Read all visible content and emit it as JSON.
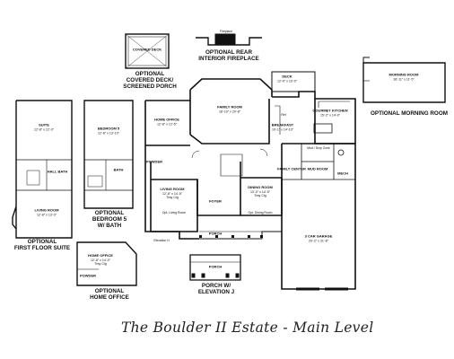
{
  "title": "The Boulder II Estate - Main Level",
  "rooms": {
    "covered_deck": {
      "name": "COVERED DECK"
    },
    "family_room": {
      "name": "FAMILY ROOM",
      "dims": "18'-10\" x 20'-8\""
    },
    "home_office": {
      "name": "HOME OFFICE",
      "dims": "12'-8\" x 12'-5\""
    },
    "deck": {
      "name": "DECK",
      "dims": "12'-0\" x 10'-0\""
    },
    "gourmet_kitchen": {
      "name": "GOURMET KITCHEN",
      "dims": "15'-2\" x 14'-0\""
    },
    "breakfast": {
      "name": "BREAKFAST",
      "dims": "10'-1\" x 14'-10\""
    },
    "morning_room": {
      "name": "MORNING ROOM",
      "dims": "18'-11\" x 11'-5\""
    },
    "suite": {
      "name": "SUITE",
      "dims": "12'-8\" x 12'-3\""
    },
    "hall_bath": {
      "name": "HALL BATH"
    },
    "living_room_suite": {
      "name": "LIVING ROOM",
      "dims": "12'-8\" x 13'-3\""
    },
    "bedroom5": {
      "name": "BEDROOM 5",
      "dims": "12'-8\" x 13'-10\""
    },
    "bath_bed5": {
      "name": "BATH"
    },
    "living_room": {
      "name": "LIVING ROOM",
      "dims": "12'-8\" x 14'-5\"",
      "note": "Tray Clg"
    },
    "dining_room": {
      "name": "DINING ROOM",
      "dims": "13'-0\" x 14'-5\"",
      "note": "Tray Clg"
    },
    "foyer": {
      "name": "FOYER"
    },
    "powder": {
      "name": "POWDER"
    },
    "family_center": {
      "name": "FAMILY CENTER"
    },
    "mud_room": {
      "name": "MUD ROOM"
    },
    "mech": {
      "name": "MECH"
    },
    "garage": {
      "name": "3 CAR GARAGE",
      "dims": "20'-2\" x 31'-8\""
    },
    "porch": {
      "name": "PORCH"
    },
    "porch_j": {
      "name": "PORCH"
    },
    "home_office_alt": {
      "name": "HOME OFFICE",
      "dims": "12'-8\" x 14'-0\"",
      "note": "Tray Clg"
    },
    "powder_alt": {
      "name": "POWDER"
    }
  },
  "captions": {
    "rear_fireplace": [
      "OPTIONAL REAR",
      "INTERIOR FIREPLACE"
    ],
    "covered_deck": [
      "OPTIONAL",
      "COVERED DECK/",
      "SCREENED PORCH"
    ],
    "morning_room": [
      "OPTIONAL MORNING ROOM"
    ],
    "first_floor_suite": [
      "OPTIONAL",
      "FIRST FLOOR SUITE"
    ],
    "bedroom5": [
      "OPTIONAL",
      "BEDROOM 5",
      "W/ BATH"
    ],
    "home_office": [
      "OPTIONAL",
      "HOME OFFICE"
    ],
    "porch_j": [
      "PORCH W/",
      "ELEVATION J"
    ]
  },
  "small_labels": {
    "fireplace": "Fireplace",
    "ref": "Ref",
    "opt_living_room": "Opt. Living Room",
    "opt_dining_room": "Opt. Dining Room",
    "elevation_h": "Elevation H",
    "mud_drop": "Mud / Drop Zone"
  }
}
